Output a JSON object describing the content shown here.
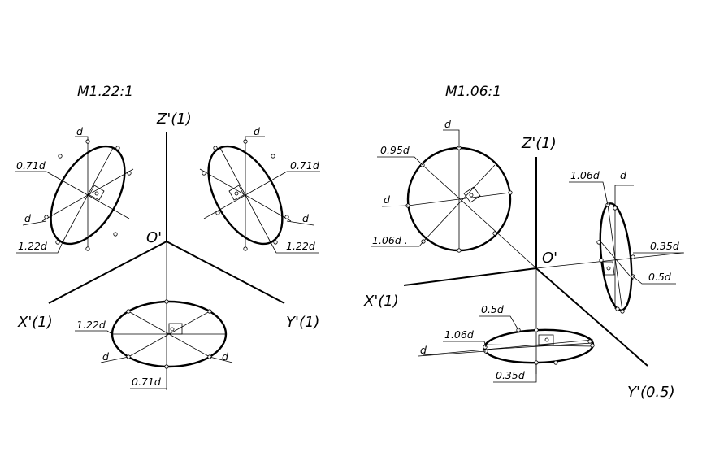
{
  "left": {
    "scale": "M1.22:1",
    "axes": {
      "z": "Z'(1)",
      "x": "X'(1)",
      "y": "Y'(1)",
      "origin": "O'"
    },
    "ellipse_xz": {
      "major": "0.71d",
      "d1": "d",
      "d2": "d",
      "minor": "1.22d"
    },
    "ellipse_yz": {
      "major": "0.71d",
      "d1": "d",
      "d2": "d",
      "minor": "1.22d"
    },
    "ellipse_xy": {
      "major": "1.22d",
      "d1": "d",
      "d2": "d",
      "minor": "0.71d"
    }
  },
  "right": {
    "scale": "M1.06:1",
    "axes": {
      "z": "Z'(1)",
      "x": "X'(1)",
      "y": "Y'(0.5)",
      "origin": "O'"
    },
    "ellipse_xz": {
      "top": "d",
      "major": "0.95d",
      "mid": "d",
      "minor": "1.06d ."
    },
    "ellipse_yz": {
      "top_left": "1.06d",
      "top_right": "d",
      "right1": "0.35d",
      "right2": "0.5d"
    },
    "ellipse_xy": {
      "top": "0.5d",
      "left1": "1.06d",
      "left2": "d",
      "bottom": "0.35d"
    }
  }
}
